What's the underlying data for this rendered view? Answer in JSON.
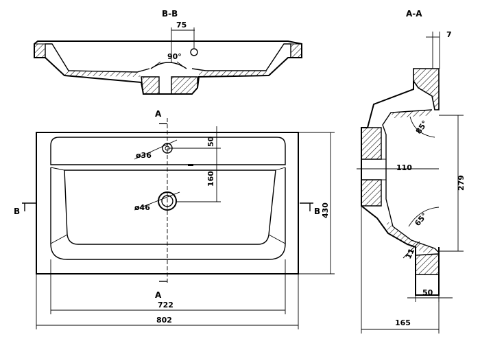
{
  "sections": {
    "bb_label": "B-B",
    "aa_label": "A-A",
    "a_marker": "A",
    "b_marker": "B"
  },
  "dimensions": {
    "faucet_offset": "75",
    "angle_bb": "90°",
    "rim_thickness": "7",
    "tap_hole_dia": "ø36",
    "drain_dia": "ø46",
    "tap_hole_depth": "50",
    "drain_depth": "160",
    "inner_width": "722",
    "overall_width": "802",
    "overall_depth": "430",
    "angle_upper": "85°",
    "angle_lower": "65°",
    "drain_offset": "110",
    "bowl_height": "279",
    "wall_thickness": "11",
    "lower_offset": "50",
    "total_height": "165"
  },
  "colors": {
    "line": "#000000",
    "background": "#ffffff"
  }
}
